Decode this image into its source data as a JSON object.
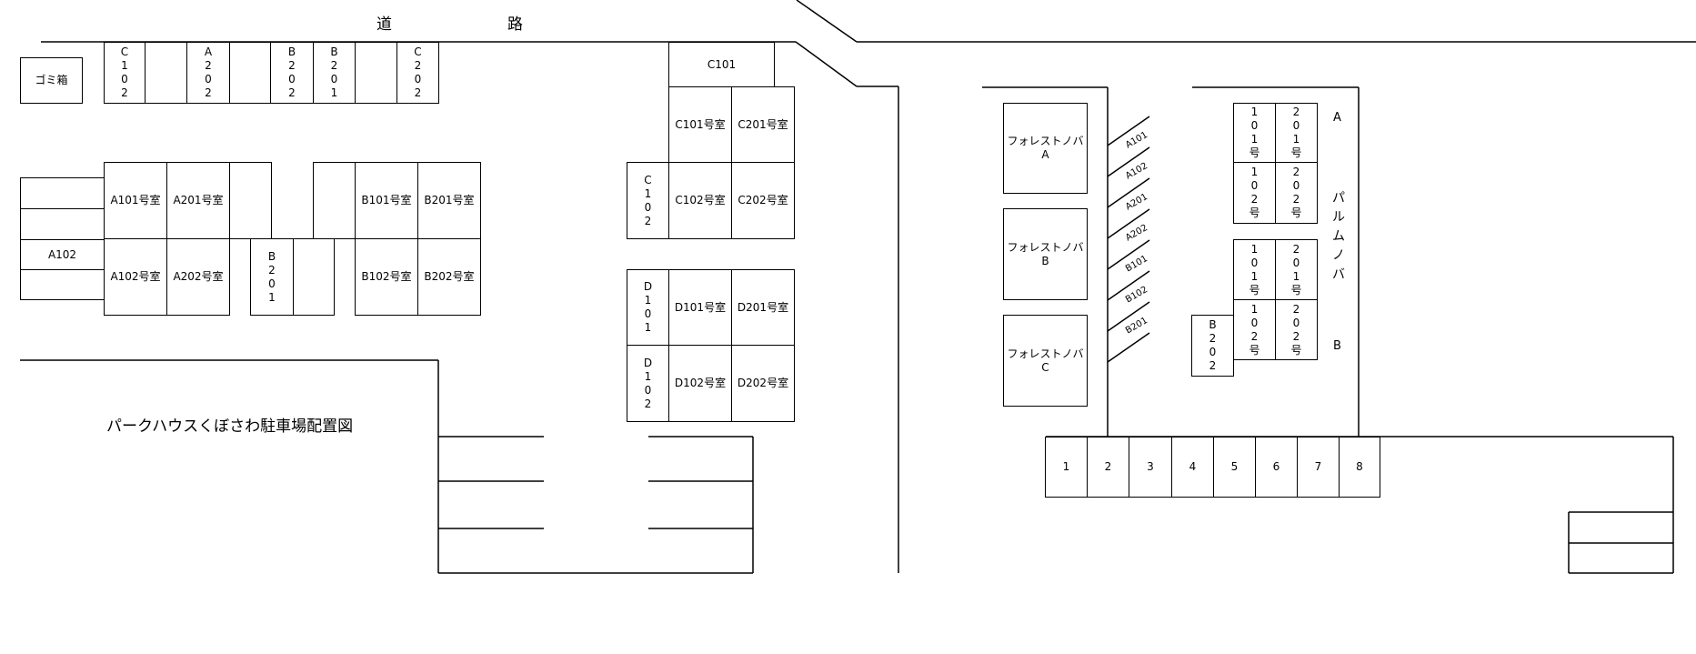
{
  "road_label": [
    "道",
    "路"
  ],
  "map_title": "パークハウスくぼさわ駐車場配置図",
  "left_block": {
    "trash_box": "ゴミ箱",
    "top_row": [
      "C\n1\n0\n2",
      "",
      "A\n2\n0\n2",
      "",
      "B\n2\n0\n2",
      "B\n2\n0\n1",
      "",
      "C\n2\n0\n2"
    ],
    "side_label": "A102",
    "rooms_a": [
      "A101号室",
      "A201号室",
      "A102号室",
      "A202号室"
    ],
    "rooms_b": [
      "B101号室",
      "B201号室",
      "B102号室",
      "B202号室"
    ],
    "b201_vertical": "B\n2\n0\n1"
  },
  "middle_block": {
    "c101_top": "C101",
    "rooms_c": [
      "C101号室",
      "C201号室",
      "C102号室",
      "C202号室"
    ],
    "c102_vertical": "C\n1\n0\n2",
    "rooms_d": [
      "D101号室",
      "D201号室",
      "D102号室",
      "D202号室"
    ],
    "d101_vertical": "D\n1\n0\n1",
    "d102_vertical": "D\n1\n0\n2"
  },
  "right_block": {
    "forest_a": "フォレストノバ\nA",
    "forest_b": "フォレストノバ\nB",
    "forest_c": "フォレストノバ\nC",
    "slanted_slots": [
      "A101",
      "A102",
      "A201",
      "A202",
      "B101",
      "B102",
      "B201"
    ],
    "palm_a_cells": [
      "1\n0\n1\n号",
      "2\n0\n1\n号",
      "1\n0\n2\n号",
      "2\n0\n2\n号"
    ],
    "palm_b_cells": [
      "1\n0\n1\n号",
      "2\n0\n1\n号",
      "1\n0\n2\n号",
      "2\n0\n2\n号"
    ],
    "palm_label_a": "A",
    "palm_label_name": "パ\nル\nム\nノ\nバ",
    "palm_label_b": "B",
    "b202_vertical": "B\n2\n0\n2",
    "numbered_slots": [
      "1",
      "2",
      "3",
      "4",
      "5",
      "6",
      "7",
      "8"
    ]
  }
}
